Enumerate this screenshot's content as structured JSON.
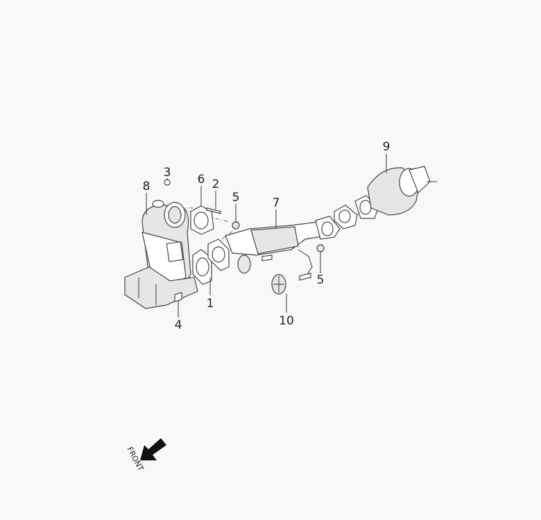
{
  "diagram": {
    "callouts": [
      {
        "id": "1",
        "label": "1"
      },
      {
        "id": "2",
        "label": "2"
      },
      {
        "id": "3",
        "label": "3"
      },
      {
        "id": "4",
        "label": "4"
      },
      {
        "id": "5a",
        "label": "5"
      },
      {
        "id": "5b",
        "label": "5"
      },
      {
        "id": "6",
        "label": "6"
      },
      {
        "id": "7",
        "label": "7"
      },
      {
        "id": "8",
        "label": "8"
      },
      {
        "id": "9",
        "label": "9"
      },
      {
        "id": "10",
        "label": "10"
      }
    ],
    "front_label": "FRONT",
    "line_color": "#444444",
    "background": "#f8f8f8"
  }
}
